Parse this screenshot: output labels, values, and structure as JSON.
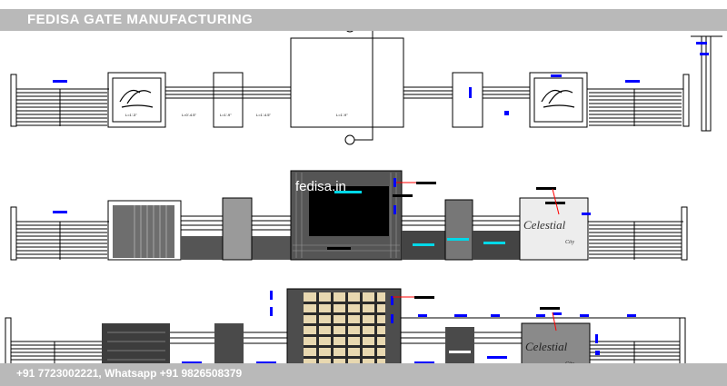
{
  "header": {
    "title": "FEDISA GATE MANUFACTURING"
  },
  "footer": {
    "contact": "+91 7723002221, Whatsapp +91 9826508379"
  },
  "watermark": {
    "text": "fedisa.in"
  },
  "plan_labels": [
    "L=1'-3\"",
    "L=0'-4.5\"",
    "L=1'-9\"",
    "L=1'-4.5\"",
    "L=1'-9\""
  ],
  "signage": {
    "name": "Celestial",
    "sub": "City"
  },
  "colors": {
    "dimension": "#0000ff",
    "line": "#000000",
    "cyan": "#00d8e8",
    "dark_panel": "#333333",
    "red": "#ff0000",
    "band": "#b9b9b9"
  }
}
